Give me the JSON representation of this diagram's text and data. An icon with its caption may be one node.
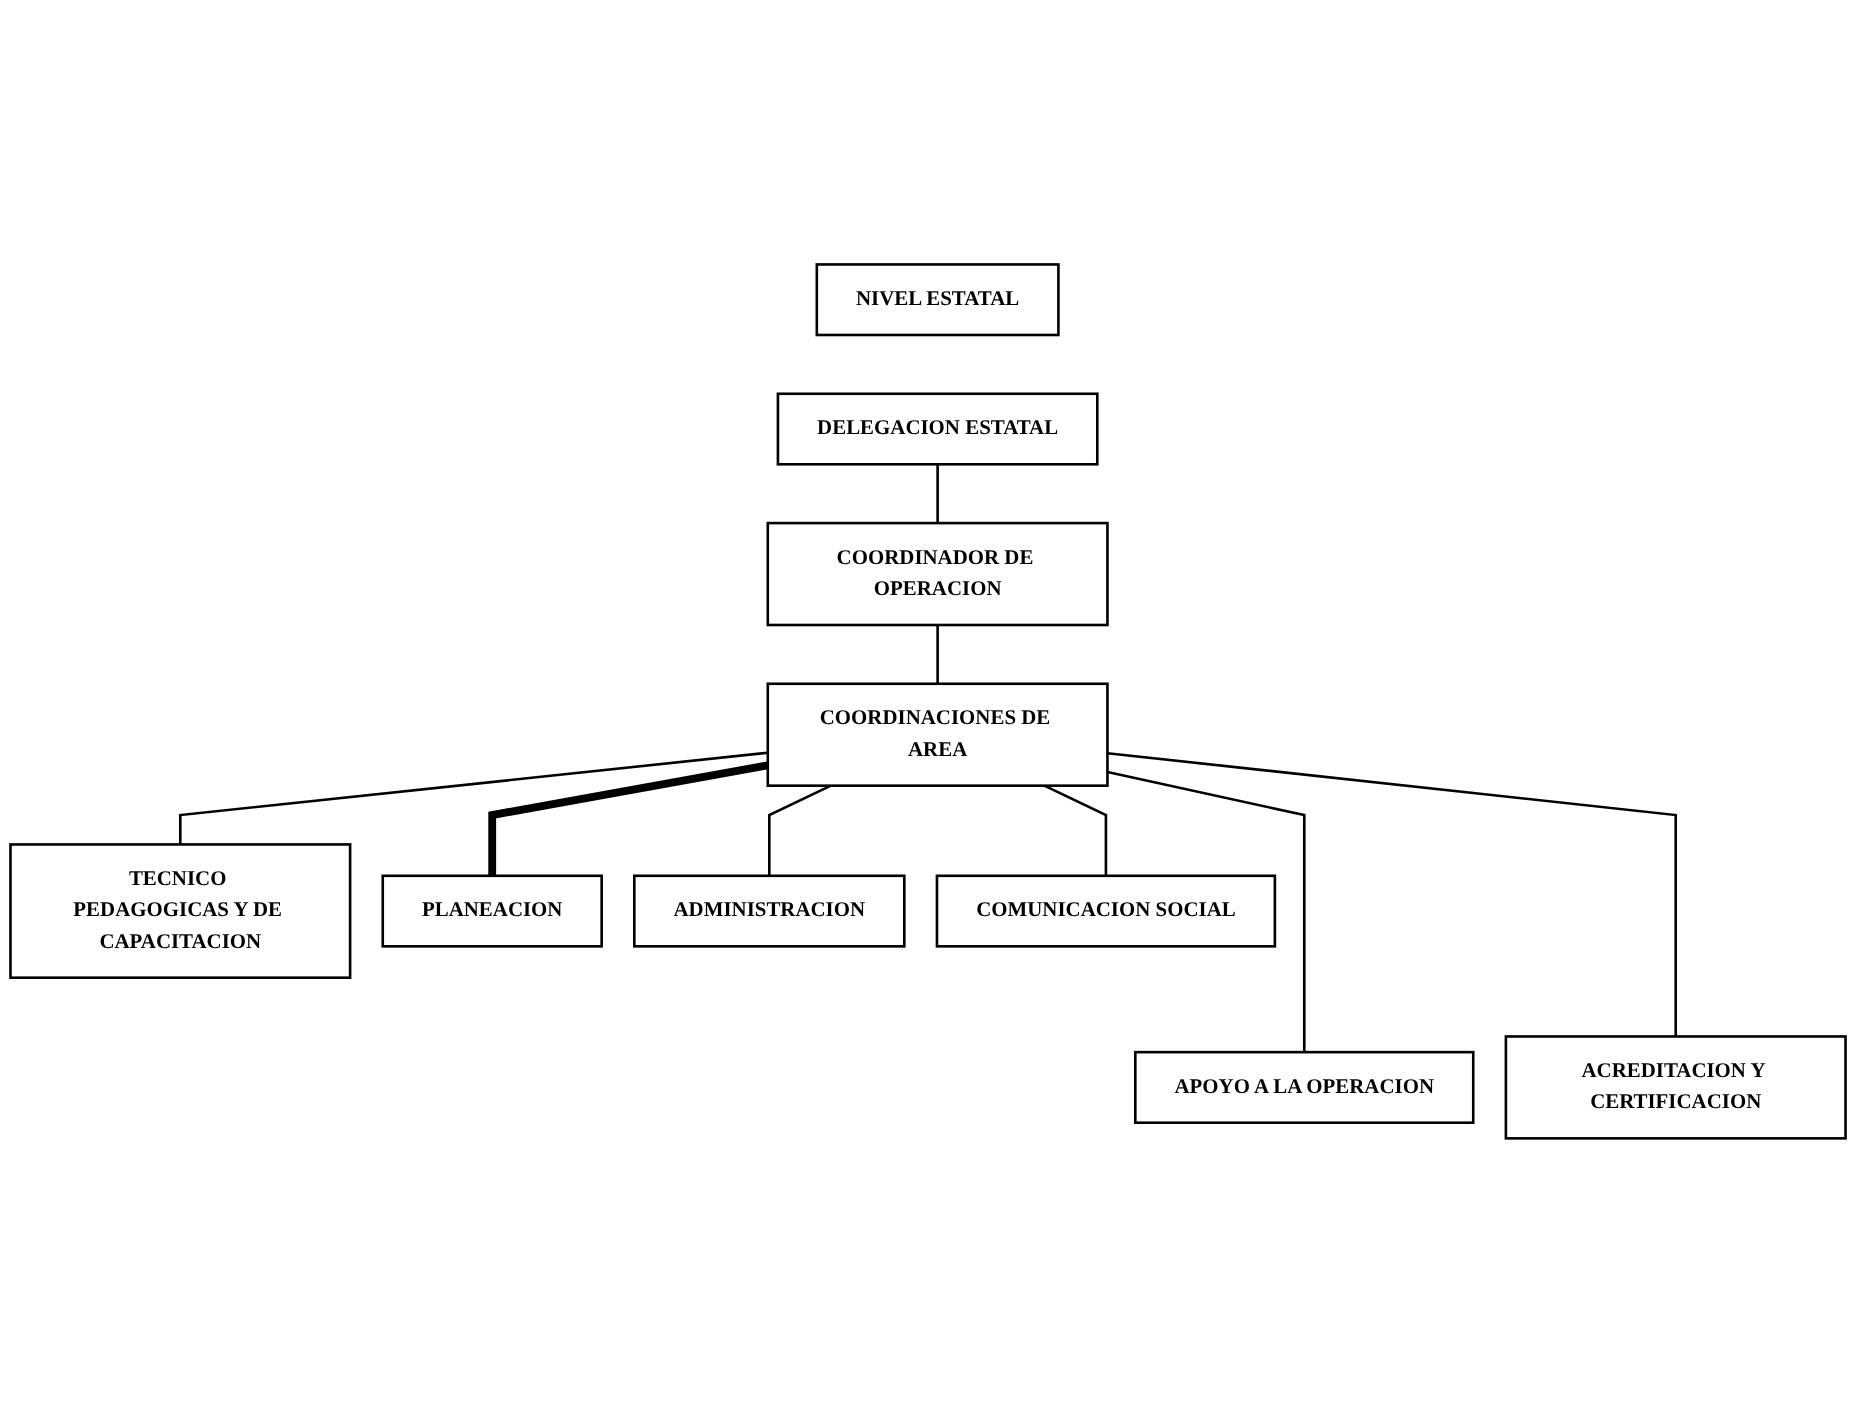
{
  "diagram": {
    "nodes": [
      {
        "text": [
          "NIVEL ESTATAL"
        ]
      },
      {
        "text": [
          "DELEGACION ESTATAL"
        ]
      },
      {
        "text": [
          "COORDINADOR DE OPERACION"
        ]
      },
      {
        "text": [
          "COORDINACIONES DE AREA"
        ]
      },
      {
        "text": [
          "TECNICO PEDAGOGICAS Y DE CAPACITACION"
        ]
      },
      {
        "text": [
          "PLANEACION"
        ]
      },
      {
        "text": [
          "ADMINISTRACION"
        ]
      },
      {
        "text": [
          "COMUNICACION SOCIAL"
        ]
      },
      {
        "text": [
          "APOYO A LA OPERACION"
        ]
      },
      {
        "text": [
          "ACREDITACION Y CERTIFICACION"
        ]
      }
    ],
    "edges": [
      {
        "from": 1,
        "to": 2,
        "arrow": "none"
      },
      {
        "from": 2,
        "to": 3,
        "arrow": "none"
      },
      {
        "from": 3,
        "to": 4,
        "arrow": "none"
      },
      {
        "from": 3,
        "to": 5,
        "arrow": "none",
        "style": "thick"
      },
      {
        "from": 3,
        "to": 6,
        "arrow": "none"
      },
      {
        "from": 3,
        "to": 7,
        "arrow": "none"
      },
      {
        "from": 3,
        "to": 8,
        "arrow": "none"
      },
      {
        "from": 3,
        "to": 9,
        "arrow": "none"
      }
    ]
  }
}
